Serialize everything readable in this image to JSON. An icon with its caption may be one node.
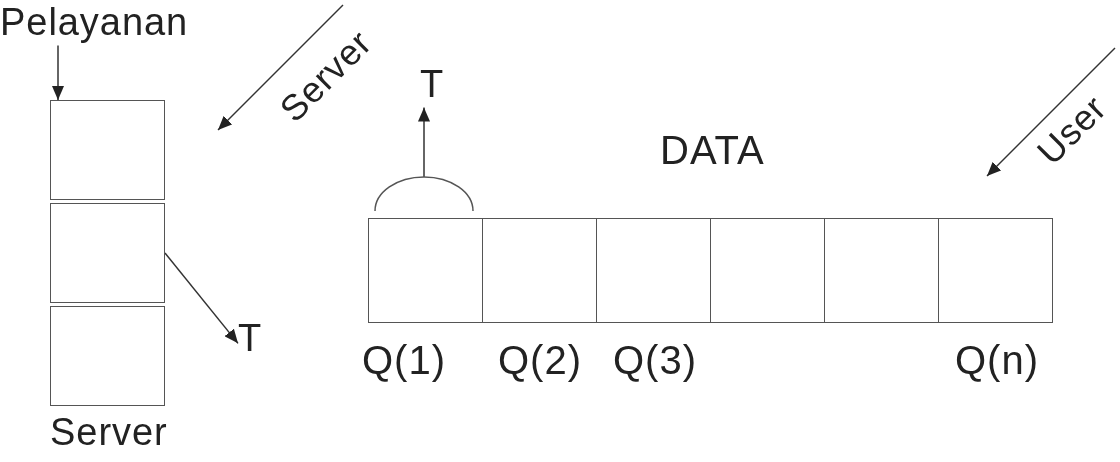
{
  "diagram": {
    "nodes": [
      {
        "text": [
          "Pelayanan"
        ]
      },
      {
        "text": [],
        "shape": "box"
      },
      {
        "text": [],
        "shape": "box"
      },
      {
        "text": [],
        "shape": "box",
        "beside": [
          "Server"
        ]
      },
      {
        "text": [
          "T"
        ]
      },
      {
        "text": [
          "T"
        ]
      },
      {
        "text": [],
        "shape": "arc"
      },
      {
        "text": [],
        "shape": "box",
        "beside": [
          "Q(1)"
        ]
      },
      {
        "text": [],
        "shape": "box",
        "beside": [
          "Q(2)"
        ]
      },
      {
        "text": [],
        "shape": "box",
        "beside": [
          "Q(3)"
        ]
      },
      {
        "text": [],
        "shape": "box"
      },
      {
        "text": [],
        "shape": "box"
      },
      {
        "text": [],
        "shape": "box",
        "beside": [
          "Q(n)"
        ]
      }
    ],
    "edges": [
      {
        "from": 0,
        "to": 1,
        "arrow": "to"
      },
      {
        "from": 2,
        "to": 4,
        "arrow": "to"
      },
      {
        "from": 6,
        "to": 5,
        "arrow": "to"
      }
    ],
    "labels": [
      "Server",
      "DATA",
      "User"
    ]
  }
}
